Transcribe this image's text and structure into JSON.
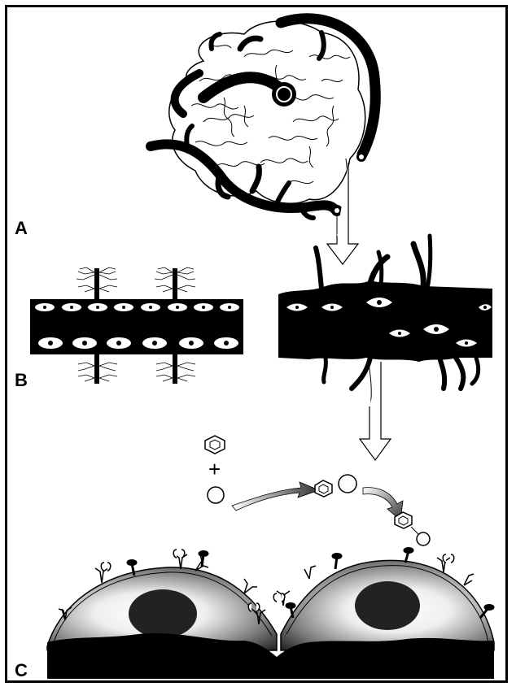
{
  "panels": {
    "a_label": "A",
    "b_label": "B",
    "c_label": "C"
  },
  "symbols": {
    "plus": "+"
  },
  "colors": {
    "ink": "#000000",
    "paper": "#ffffff",
    "cell_gradient_light": "#ffffff",
    "cell_gradient_dark": "#2a2a2a"
  }
}
